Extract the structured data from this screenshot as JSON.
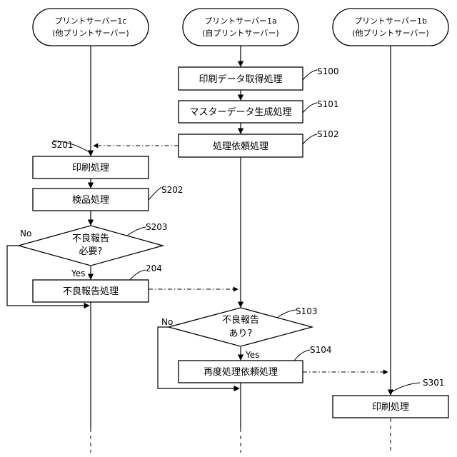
{
  "lanes": [
    {
      "name_line1": "プリントサーバー1c",
      "name_line2": "(他プリントサーバー)"
    },
    {
      "name_line1": "プリントサーバー1a",
      "name_line2": "(自プリントサーバー)"
    },
    {
      "name_line1": "プリントサーバー1b",
      "name_line2": "(他プリントサーバー)"
    }
  ],
  "process": {
    "s100": {
      "label": "印刷データ取得処理",
      "step": "S100"
    },
    "s101": {
      "label": "マスターデータ生成処理",
      "step": "S101"
    },
    "s102": {
      "label": "処理依頼処理",
      "step": "S102"
    },
    "s201": {
      "label": "印刷処理",
      "step": "S201"
    },
    "s202": {
      "label": "検品処理",
      "step": "S202"
    },
    "s204": {
      "label": "不良報告処理",
      "step": "204"
    },
    "s104": {
      "label": "再度処理依頼処理",
      "step": "S104"
    },
    "s301": {
      "label": "印刷処理",
      "step": "S301"
    }
  },
  "decisions": {
    "s203": {
      "line1": "不良報告",
      "line2": "必要?",
      "step": "S203",
      "no": "No",
      "yes": "Yes"
    },
    "s103": {
      "line1": "不良報告",
      "line2": "あり?",
      "step": "S103",
      "no": "No",
      "yes": "Yes"
    }
  }
}
